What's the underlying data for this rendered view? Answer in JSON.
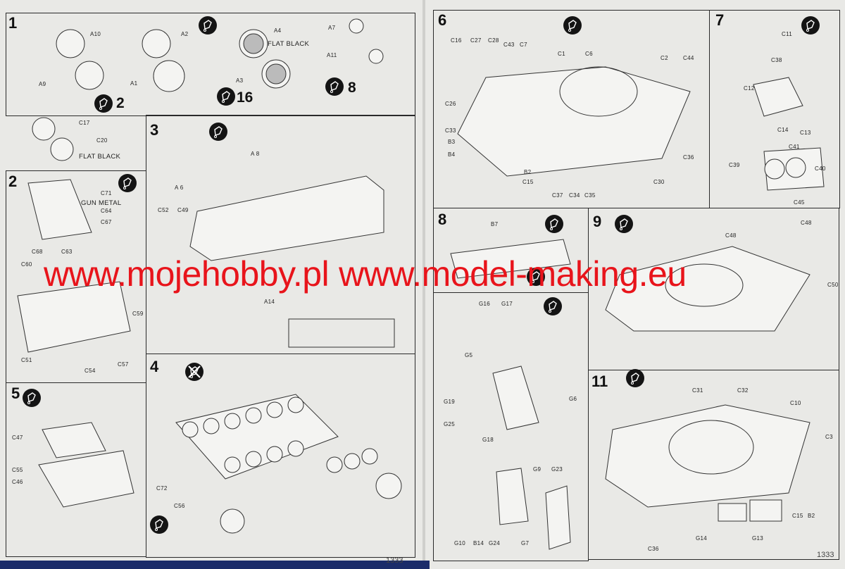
{
  "watermark": [
    "www.mojehobby.pl",
    "www.model-making.eu"
  ],
  "page_numbers": [
    "1333",
    "1333"
  ],
  "steps": [
    {
      "number": "1",
      "labels": [
        "A10",
        "A2",
        "A4",
        "FLAT BLACK",
        "A7",
        "A11",
        "A9",
        "A1",
        "A3",
        "C17",
        "C20",
        "FLAT BLACK"
      ],
      "quantities": [
        "2",
        "16",
        "8"
      ]
    },
    {
      "number": "2",
      "labels": [
        "C71",
        "GUN METAL",
        "C64",
        "C67",
        "C68",
        "C63",
        "C60",
        "C59",
        "C51",
        "C57",
        "C54"
      ]
    },
    {
      "number": "3",
      "labels": [
        "A 8",
        "A 6",
        "C52",
        "C49",
        "A14"
      ]
    },
    {
      "number": "4",
      "labels": [
        "C72",
        "C56"
      ],
      "note_icon": "no-glue-icon"
    },
    {
      "number": "5",
      "labels": [
        "C47",
        "C55",
        "C46"
      ]
    },
    {
      "number": "6",
      "labels": [
        "C16",
        "C27",
        "C28",
        "C43",
        "C7",
        "C1",
        "C6",
        "C2",
        "C44",
        "C26",
        "C33",
        "B3",
        "B4",
        "B2",
        "C15",
        "C37",
        "C34",
        "C35",
        "C30",
        "C36"
      ]
    },
    {
      "number": "7",
      "labels": [
        "C11",
        "C38",
        "C12",
        "C14",
        "C13",
        "C41",
        "C39",
        "C40",
        "C45"
      ]
    },
    {
      "number": "8",
      "labels": [
        "B7"
      ]
    },
    {
      "number": "",
      "labels": [
        "G16",
        "G17",
        "G5",
        "G19",
        "G25",
        "G18",
        "G6",
        "G9",
        "G23",
        "G10",
        "B14",
        "G24",
        "G7"
      ]
    },
    {
      "number": "9",
      "labels": [
        "C48",
        "C48",
        "C50"
      ]
    },
    {
      "number": "11",
      "labels": [
        "C31",
        "C32",
        "C10",
        "C3",
        "C15",
        "B2",
        "G14",
        "G13",
        "C36"
      ]
    }
  ],
  "icons": {
    "glue": "glue-tube-icon",
    "no_glue": "no-glue-icon",
    "decal": "decal-icon"
  },
  "colors": {
    "watermark": "#e8141b",
    "paper": "#e9e9e6",
    "ink": "#141414"
  }
}
